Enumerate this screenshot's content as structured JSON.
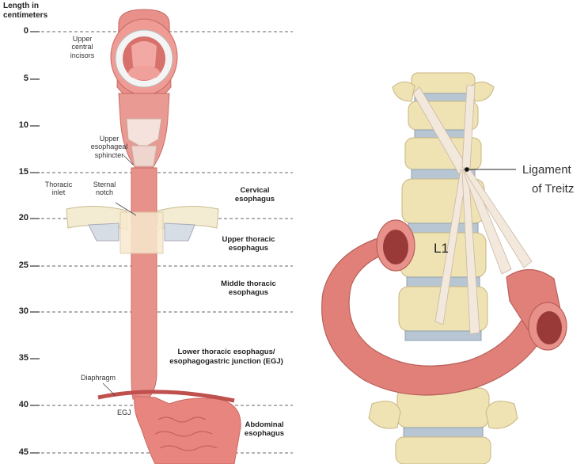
{
  "esophagus_figure": {
    "axis_title": "Length in centimeters",
    "ticks": [
      "0",
      "5",
      "10",
      "15",
      "20",
      "25",
      "30",
      "35",
      "40",
      "45"
    ],
    "annotations": {
      "upper_incisors": "Upper central incisors",
      "ues": "Upper esophageal sphincter",
      "thoracic_inlet": "Thoracic inlet",
      "sternal_notch": "Sternal notch",
      "diaphragm": "Diaphragm",
      "egj": "EGJ"
    },
    "regions": {
      "cervical": "Cervical esophagus",
      "upper_thoracic": "Upper thoracic esophagus",
      "middle_thoracic": "Middle thoracic esophagus",
      "lower_thoracic_line1": "Lower thoracic esophagus/",
      "lower_thoracic_line2": "esophagogastric junction (EGJ)",
      "abdominal": "Abdominal esophagus"
    }
  },
  "duodenum_figure": {
    "ligament_label": "Ligament of Treitz",
    "vertebra_label": "L1"
  },
  "colors": {
    "tissue": "#e8908a",
    "tissue_dark": "#c96a63",
    "diaphragm": "#c0504d",
    "bone": "#efe2b3",
    "disc": "#b7c6d2",
    "guide_line": "#666666"
  }
}
